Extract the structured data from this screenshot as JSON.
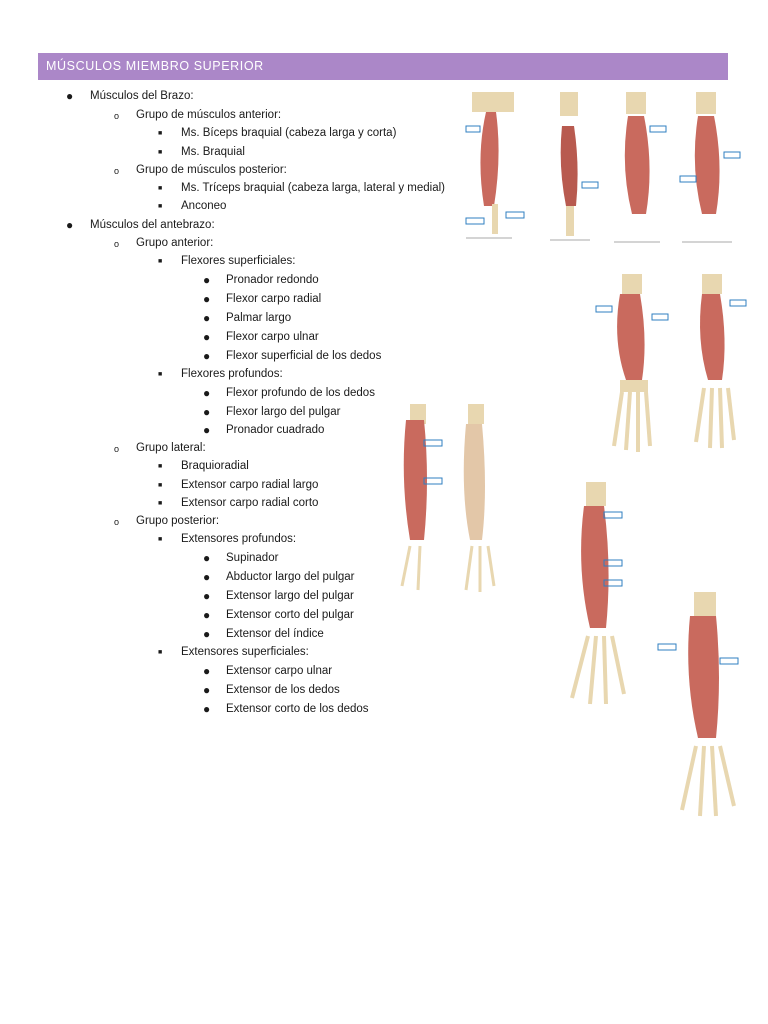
{
  "header": {
    "title": "MÚSCULOS MIEMBRO SUPERIOR"
  },
  "outline": [
    {
      "level": 1,
      "text": "Músculos del Brazo:"
    },
    {
      "level": 2,
      "text": "Grupo de músculos anterior:"
    },
    {
      "level": 3,
      "text": "Ms. Bíceps braquial (cabeza larga y corta)"
    },
    {
      "level": 3,
      "text": "Ms. Braquial"
    },
    {
      "level": 2,
      "text": "Grupo de músculos posterior:"
    },
    {
      "level": 3,
      "text": "Ms. Tríceps braquial (cabeza larga, lateral y medial)"
    },
    {
      "level": 3,
      "text": "Anconeo"
    },
    {
      "level": 1,
      "text": "Músculos del antebrazo:"
    },
    {
      "level": 2,
      "text": "Grupo anterior:"
    },
    {
      "level": 3,
      "text": "Flexores superficiales:"
    },
    {
      "level": 4,
      "text": "Pronador redondo"
    },
    {
      "level": 4,
      "text": "Flexor carpo radial"
    },
    {
      "level": 4,
      "text": "Palmar largo"
    },
    {
      "level": 4,
      "text": "Flexor carpo ulnar"
    },
    {
      "level": 4,
      "text": "Flexor superficial de los dedos"
    },
    {
      "level": 3,
      "text": "Flexores profundos:"
    },
    {
      "level": 4,
      "text": "Flexor profundo de los dedos"
    },
    {
      "level": 4,
      "text": "Flexor largo del pulgar"
    },
    {
      "level": 4,
      "text": "Pronador cuadrado"
    },
    {
      "level": 2,
      "text": "Grupo lateral:"
    },
    {
      "level": 3,
      "text": "Braquioradial"
    },
    {
      "level": 3,
      "text": "Extensor carpo radial largo"
    },
    {
      "level": 3,
      "text": "Extensor carpo radial corto"
    },
    {
      "level": 2,
      "text": "Grupo posterior:"
    },
    {
      "level": 3,
      "text": "Extensores profundos:"
    },
    {
      "level": 4,
      "text": "Supinador"
    },
    {
      "level": 4,
      "text": "Abductor largo del pulgar"
    },
    {
      "level": 4,
      "text": "Extensor largo del pulgar"
    },
    {
      "level": 4,
      "text": "Extensor corto del pulgar"
    },
    {
      "level": 4,
      "text": "Extensor del índice"
    },
    {
      "level": 3,
      "text": "Extensores superficiales:"
    },
    {
      "level": 4,
      "text": "Extensor carpo ulnar"
    },
    {
      "level": 4,
      "text": "Extensor de los dedos"
    },
    {
      "level": 4,
      "text": "Extensor corto de los dedos"
    }
  ],
  "bullets": {
    "1": "●",
    "2": "o",
    "3": "■",
    "4": "●"
  },
  "colors": {
    "title_bar": "#ab87c8",
    "muscle": "#c96a5e",
    "bone": "#e8d7b0",
    "label_box": "#2f7fc1"
  }
}
